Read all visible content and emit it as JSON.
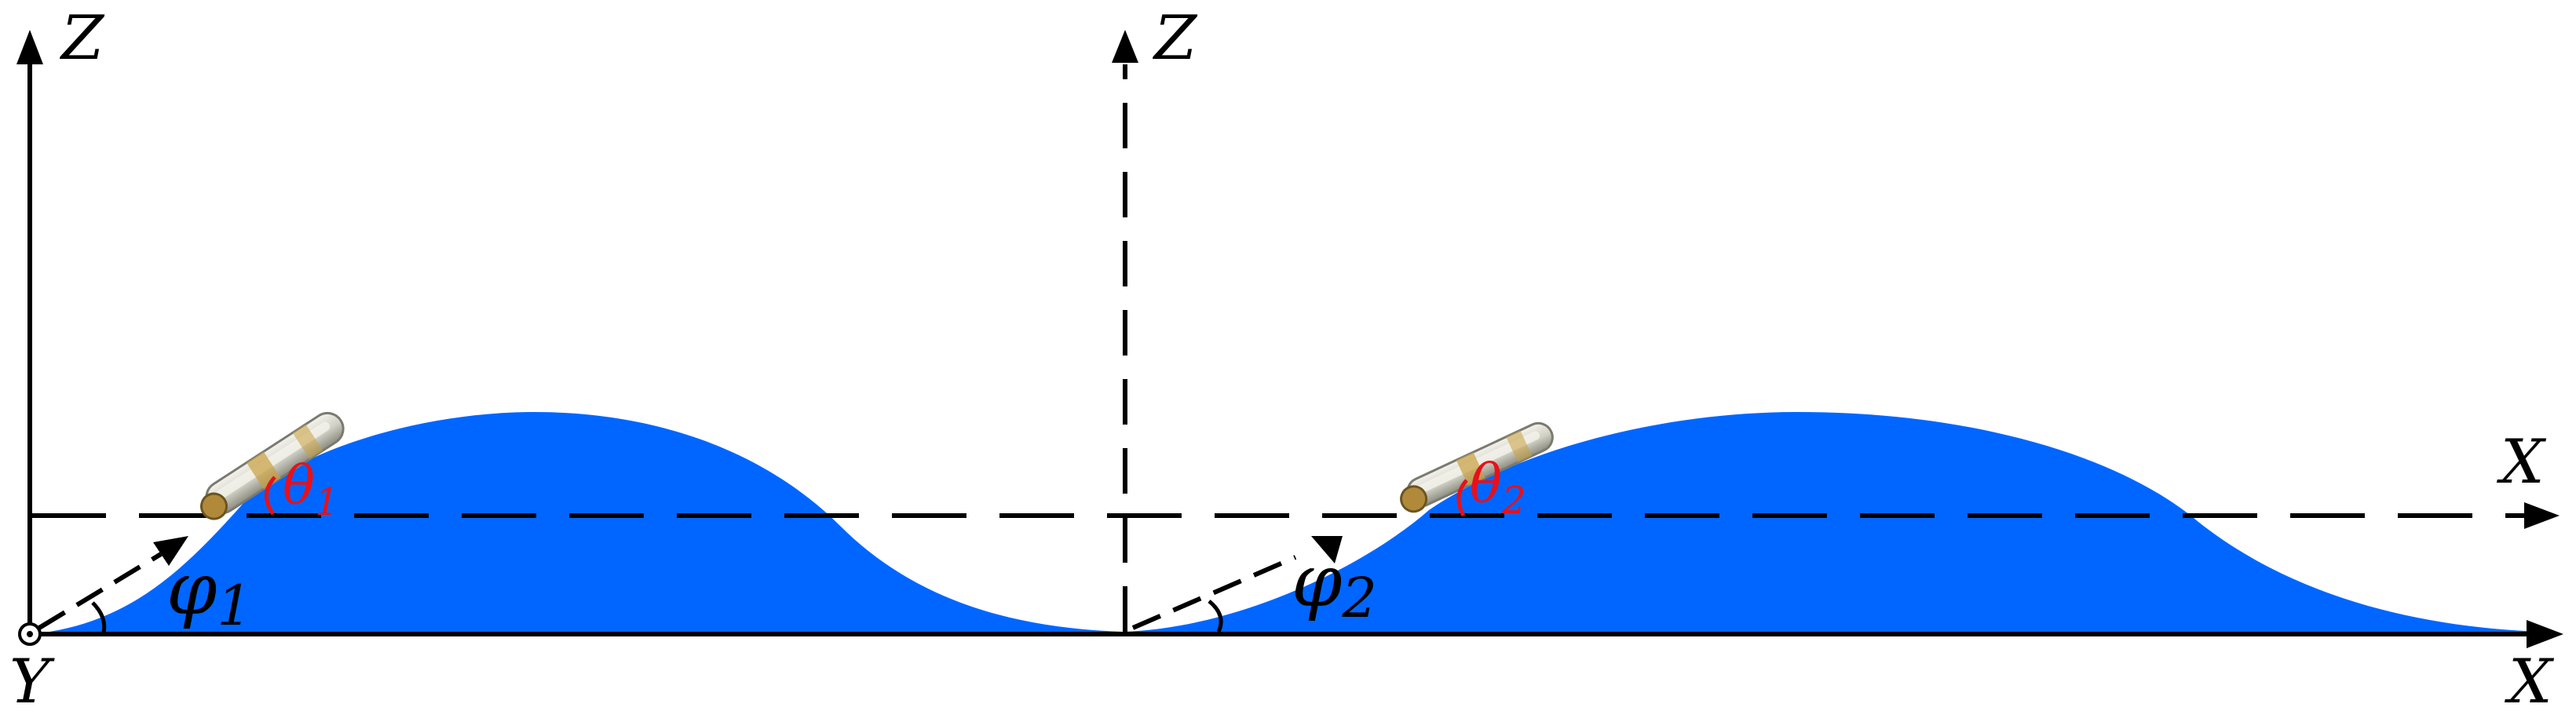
{
  "labels": {
    "z_left": "Z",
    "z_middle": "Z",
    "y_origin": "Y",
    "x_dashed": "X",
    "x_base": "X",
    "phi_1": "φ",
    "phi_1_sub": "1",
    "phi_2": "φ",
    "phi_2_sub": "2",
    "theta_1": "θ",
    "theta_1_sub": "1",
    "theta_2": "θ",
    "theta_2_sub": "2"
  },
  "colors": {
    "wave": "#0066ff",
    "lines": "#000000",
    "theta_labels": "#e8101a",
    "glider_body": "#d8d8d0",
    "glider_accent": "#c8a040"
  }
}
